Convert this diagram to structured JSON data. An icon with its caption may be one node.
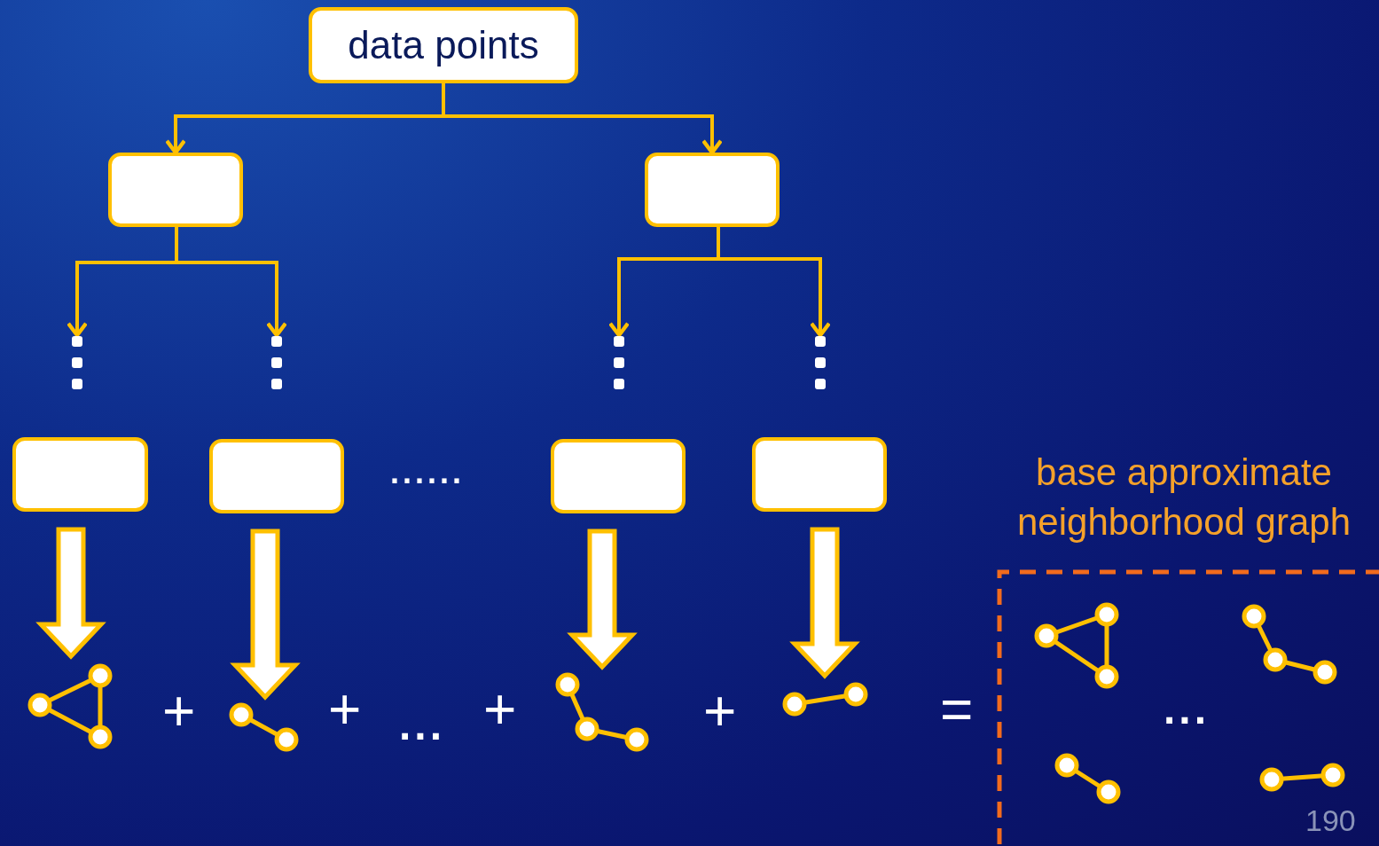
{
  "diagram": {
    "nodes": [
      {
        "text": [
          "data points"
        ]
      },
      {
        "text": [],
        "shape": "box"
      },
      {
        "text": [],
        "shape": "box"
      },
      {
        "text": [],
        "shape": "ellipsis"
      },
      {
        "text": [],
        "shape": "ellipsis"
      },
      {
        "text": [],
        "shape": "ellipsis"
      },
      {
        "text": [],
        "shape": "ellipsis"
      },
      {
        "text": [],
        "shape": "box"
      },
      {
        "text": [],
        "shape": "box"
      },
      {
        "text": [],
        "shape": "box"
      },
      {
        "text": [],
        "shape": "box"
      },
      {
        "text": [
          "base approximate neighborhood graph"
        ]
      },
      {
        "text": [],
        "shape": "picture"
      },
      {
        "text": [],
        "shape": "picture"
      },
      {
        "text": [],
        "shape": "picture"
      },
      {
        "text": [],
        "shape": "picture"
      }
    ],
    "edges": [
      {
        "from": 0,
        "to": 1,
        "arrow": "to"
      },
      {
        "from": 0,
        "to": 2,
        "arrow": "to"
      },
      {
        "from": 1,
        "to": 3,
        "arrow": "to"
      },
      {
        "from": 1,
        "to": 4,
        "arrow": "to"
      },
      {
        "from": 2,
        "to": 5,
        "arrow": "to"
      },
      {
        "from": 2,
        "to": 6,
        "arrow": "to"
      },
      {
        "from": 7,
        "to": 12,
        "arrow": "to",
        "style": "thick"
      },
      {
        "from": 8,
        "to": 13,
        "arrow": "to",
        "style": "thick"
      },
      {
        "from": 9,
        "to": 14,
        "arrow": "to",
        "style": "thick"
      },
      {
        "from": 10,
        "to": 15,
        "arrow": "to",
        "style": "thick"
      }
    ],
    "labels": [
      "......",
      "+",
      "+",
      "...",
      "+",
      "+",
      "=",
      "...",
      "190"
    ]
  }
}
